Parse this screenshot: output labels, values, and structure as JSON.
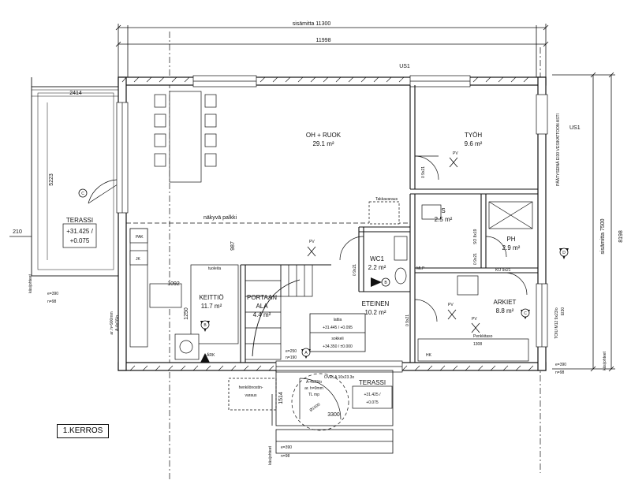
{
  "floor_label": "1.KERROS",
  "dimensions": {
    "top_inner": "sisämitta 11300",
    "top_outer": "11998",
    "right_inner": "sisämitta 7500",
    "right_outer": "8198",
    "terrace_width": "2414",
    "terrace_height": "5223",
    "left_offset": "210",
    "beam_dim": "987",
    "kitchen_w": "1092",
    "kitchen_h": "1250",
    "entry_dim": "1514",
    "entry_w": "3300",
    "bench_dim": "1308"
  },
  "rooms": {
    "oh_ruok": {
      "name": "OH + RUOK",
      "area": "29.1 m²"
    },
    "tyoh": {
      "name": "TYÖH",
      "area": "9.6 m²"
    },
    "keittio": {
      "name": "KEITTIÖ",
      "area": "11.7 m²"
    },
    "portaan_ala_1": "PORTAAN",
    "portaan_ala_2": "ALA",
    "portaan_area": "4.4 m²",
    "eteinen": {
      "name": "ETEINEN",
      "area": "10.2 m²"
    },
    "wc1": {
      "name": "WC1",
      "area": "2.2 m²"
    },
    "s": {
      "name": "S",
      "area": "2.5 m²"
    },
    "ph": {
      "name": "PH",
      "area": "2.9 m²"
    },
    "arkiet": {
      "name": "ARKIET",
      "area": "8.8 m²"
    },
    "terassi_left": {
      "name": "TERASSI",
      "level": "+31.425 /",
      "level2": "+0.075"
    },
    "terassi_bottom": {
      "name": "TERASSI",
      "level": "+31.425 /",
      "level2": "+0.075"
    }
  },
  "labels": {
    "us1_top": "US1",
    "us1_right": "US1",
    "nakyva_palkki": "näkyvä palkki",
    "pv1": "PV",
    "pv2": "PV",
    "pv3": "PV",
    "pv4": "PV",
    "mlp": "MLP",
    "hk": "HK",
    "jk": "JK",
    "pak": "PAK",
    "ark": "ÄRK",
    "takkavaraus": "Takkavaraus",
    "ko": "KO 9x21",
    "d9x21_1": "0 9x21",
    "d9x21_2": "0 9x21",
    "d9x21_3": "0 9x21",
    "d9x21_4": "0 9x21",
    "so": "SO 8x19",
    "penkkitaso": "Penkkitaso",
    "lattia": "lattia",
    "lattia_val": "+31.445 / +0.095",
    "sokkeli": "sokkeli",
    "sokkeli_val": "+34.350 / ±0.000",
    "tuoleita": "tuoleita",
    "ovi_label": "OVELA 10x23.3o",
    "aukko": "A-4x23/o",
    "ar_h0": "ar. h=0mm",
    "tl_mp": "TL mp",
    "ar_h900": "ar. h=900mm",
    "a4x16": "A-4x16/o",
    "henkilonostin_1": "henkilönostin-",
    "henkilonostin_2": "varaus",
    "dia1500": "Ø1500",
    "paatyseina": "PÄÄTYSEINÄ EI30 VESIKATTOON ASTI",
    "toiu": "TOIU M12 9x23/o",
    "ei30": "EI30",
    "e390_a": "e=390",
    "n98_a": "n=98",
    "e390_b": "e=390",
    "n98_b": "n=98",
    "e390_c": "e=390",
    "n98_c": "n=98",
    "kasitteet_1": "käsijohteet",
    "kasitteet_2": "käsijohteet",
    "kasitteet_3": "käsijohteet",
    "sec_b": "B",
    "sec_c": "C",
    "sec_d": "D",
    "sec_a": "A",
    "nousu1": "e=250",
    "nousu2": "n=190"
  }
}
